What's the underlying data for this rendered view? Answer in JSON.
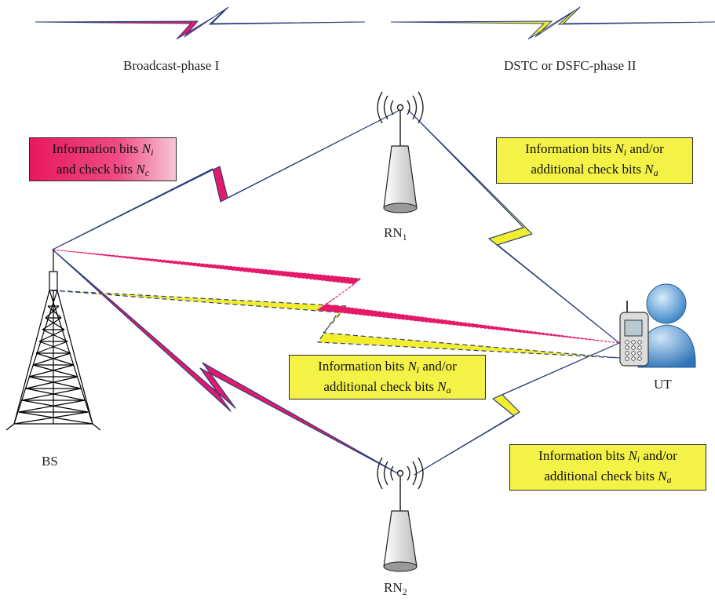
{
  "legend": {
    "phase1": "Broadcast-phase I",
    "phase2": "DSTC or DSFC-phase II"
  },
  "nodes": {
    "bs": "BS",
    "rn1": {
      "base": "RN",
      "sub": "1"
    },
    "rn2": {
      "base": "RN",
      "sub": "2"
    },
    "ut": "UT"
  },
  "boxes": {
    "bs_broadcast": {
      "line1_text": "Information bits ",
      "line1_var": "N",
      "line1_sub": "i",
      "line2_text": "and check bits ",
      "line2_var": "N",
      "line2_sub": "c"
    },
    "rn1_to_ut": {
      "line1_text": "Information bits ",
      "line1_var": "N",
      "line1_sub": "i",
      "line1_tail": " and/or",
      "line2_text": "additional check bits ",
      "line2_var": "N",
      "line2_sub": "a"
    },
    "bs_to_ut": {
      "line1_text": "Information bits ",
      "line1_var": "N",
      "line1_sub": "i",
      "line1_tail": " and/or",
      "line2_text": "additional check bits ",
      "line2_var": "N",
      "line2_sub": "a"
    },
    "rn2_to_ut": {
      "line1_text": "Information bits ",
      "line1_var": "N",
      "line1_sub": "i",
      "line1_tail": " and/or",
      "line2_text": "additional check bits ",
      "line2_var": "N",
      "line2_sub": "a"
    }
  },
  "colors": {
    "phase1": "#e5196a",
    "phase2": "#f2ee2e",
    "link_line": "#2c3e7a"
  }
}
